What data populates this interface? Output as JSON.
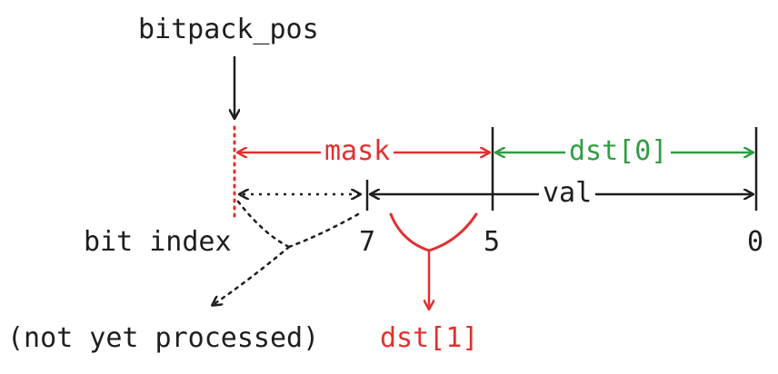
{
  "labels": {
    "pointer": "bitpack_pos",
    "mask": "mask",
    "dst0": "dst[0]",
    "val": "val",
    "bit_index": "bit index",
    "tick_7": "7",
    "tick_5": "5",
    "tick_0": "0",
    "dst1": "dst[1]",
    "not_processed": "(not yet processed)"
  },
  "colors": {
    "ink": "#1e1e1e",
    "red": "#e03131",
    "green": "#2f9e44"
  }
}
